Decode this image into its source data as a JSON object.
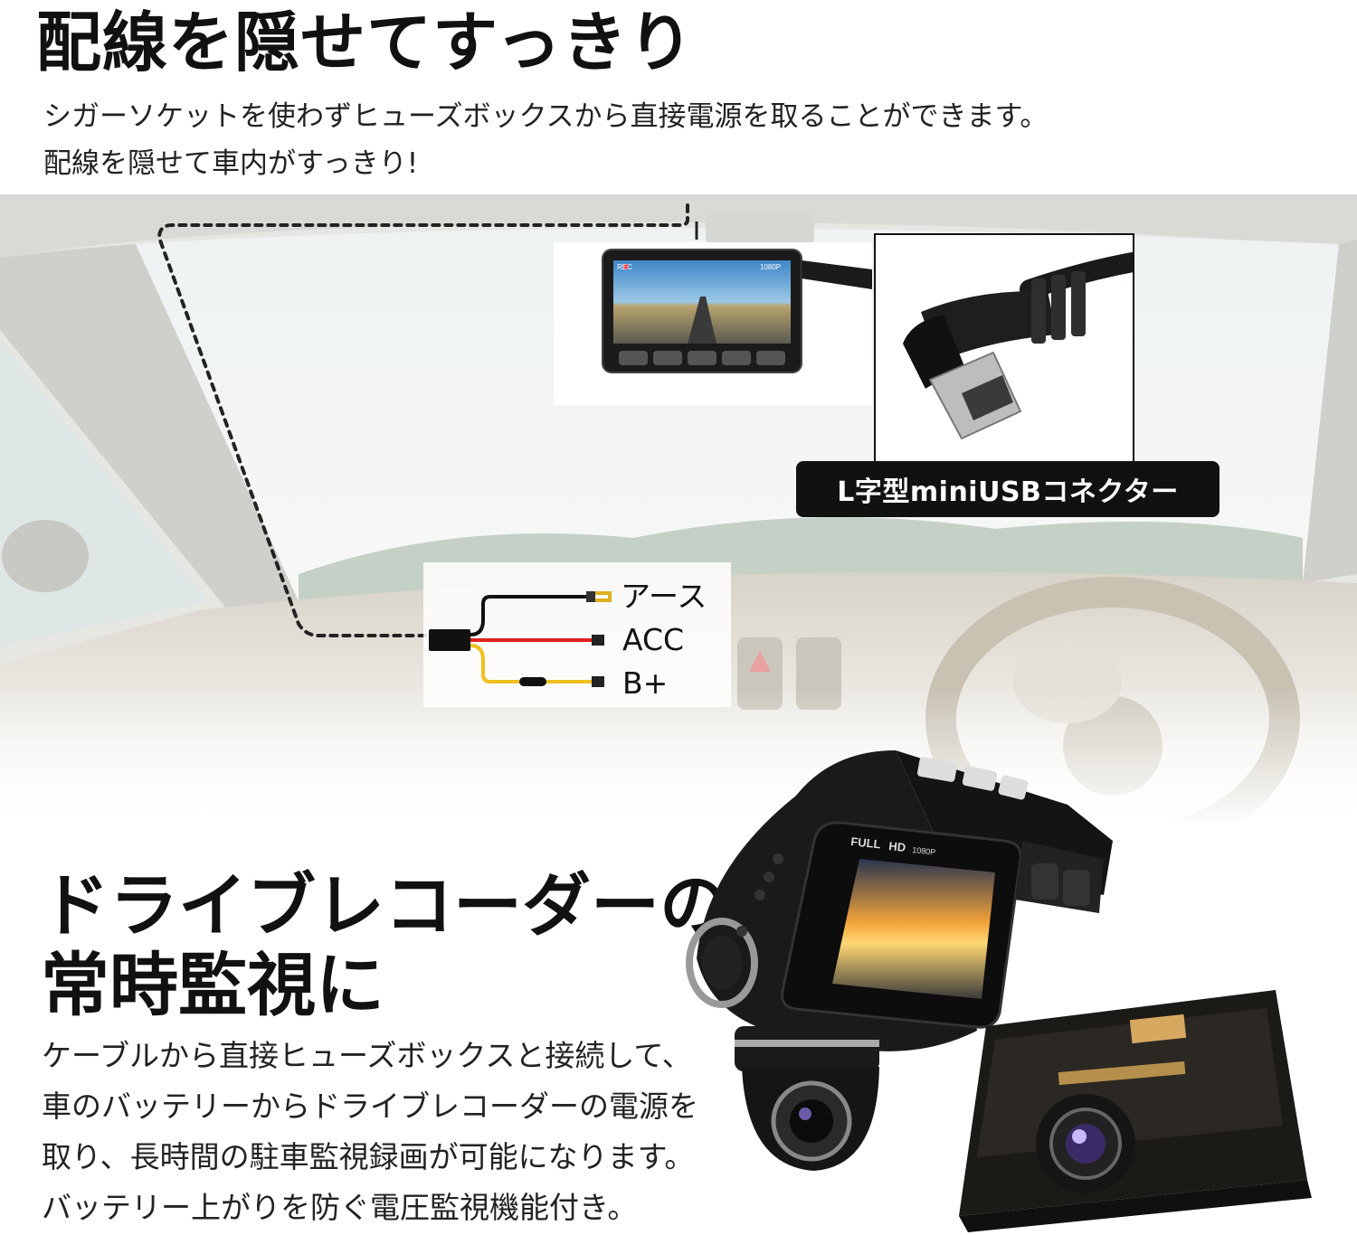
{
  "section1": {
    "title": "配線を隠せてすっきり",
    "lead_line1": "シガーソケットを使わずヒューズボックスから直接電源を取ることができます。",
    "lead_line2": "配線を隠せて車内がすっきり!"
  },
  "dashcam_screen": {
    "rec": "REC",
    "resolution": "1080P"
  },
  "connector": {
    "label": "L字型miniUSBコネクター"
  },
  "wiring": {
    "ground": "アース",
    "acc": "ACC",
    "battery": "B+"
  },
  "section2": {
    "title_line1": "ドライブレコーダーの",
    "title_line2": "常時監視に",
    "body": [
      "ケーブルから直接ヒューズボックスと接続して、",
      "車のバッテリーからドライブレコーダーの電源を",
      "取り、長時間の駐車監視録画が可能になります。",
      "バッテリー上がりを防ぐ電圧監視機能付き。"
    ]
  },
  "camera_badge": {
    "full": "FULL",
    "hd": "HD",
    "res": "1080P"
  },
  "colors": {
    "text": "#111111",
    "label_bg": "#111111",
    "wire_red": "#e02020",
    "wire_yellow": "#f0c020"
  }
}
